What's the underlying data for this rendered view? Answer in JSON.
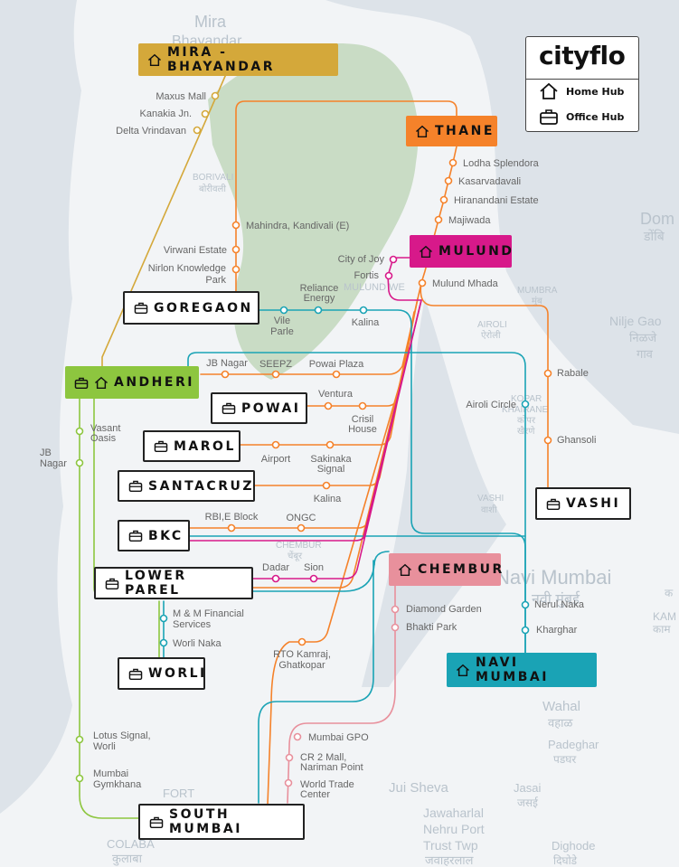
{
  "legend": {
    "brand": "cityflo",
    "home_hub": "Home Hub",
    "office_hub": "Office Hub"
  },
  "hubs": {
    "mira_bhayandar": "MIRA - BHAYANDAR",
    "thane": "THANE",
    "mulund": "MULUND",
    "goregaon": "GOREGAON",
    "andheri": "ANDHERI",
    "powai": "POWAI",
    "marol": "MAROL",
    "santacruz": "SANTACRUZ",
    "bkc": "BKC",
    "lower_parel": "LOWER PAREL",
    "worli": "WORLI",
    "chembur": "CHEMBUR",
    "navi_mumbai": "NAVI MUMBAI",
    "vashi": "VASHI",
    "south_mumbai": "SOUTH MUMBAI"
  },
  "stops": {
    "maxus_mall": "Maxus Mall",
    "kanakia_jn": "Kanakia Jn.",
    "delta_vrindavan": "Delta Vrindavan",
    "lodha_splendora": "Lodha Splendora",
    "kasarvadavali": "Kasarvadavali",
    "hiranandani_estate": "Hiranandani Estate",
    "majiwada": "Majiwada",
    "mahindra_kandivali": "Mahindra, Kandivali (E)",
    "virwani_estate": "Virwani Estate",
    "nirlon_1": "Nirlon Knowledge",
    "nirlon_2": "Park",
    "city_of_joy": "City of Joy",
    "fortis": "Fortis",
    "mulund_mhada": "Mulund Mhada",
    "reliance_1": "Reliance",
    "reliance_2": "Energy",
    "vile_1": "Vile",
    "vile_2": "Parle",
    "kalina": "Kalina",
    "jb_nagar": "JB Nagar",
    "seepz": "SEEPZ",
    "powai_plaza": "Powai Plaza",
    "ventura": "Ventura",
    "crisil_1": "Crisil",
    "crisil_2": "House",
    "airport": "Airport",
    "sakinaka_1": "Sakinaka",
    "sakinaka_2": "Signal",
    "kalina_2": "Kalina",
    "rbi_block": "RBI,E Block",
    "ongc": "ONGC",
    "dadar": "Dadar",
    "sion": "Sion",
    "vasant_1": "Vasant",
    "vasant_2": "Oasis",
    "jbn_1": "JB",
    "jbn_2": "Nagar",
    "mm_1": "M & M Financial",
    "mm_2": "Services",
    "worli_naka": "Worli Naka",
    "rto_1": "RTO Kamraj,",
    "rto_2": "Ghatkopar",
    "rabale": "Rabale",
    "airoli_circle": "Airoli Circle",
    "ghansoli": "Ghansoli",
    "diamond_garden": "Diamond Garden",
    "bhakti_park": "Bhakti Park",
    "nerul_naka": "Nerul Naka",
    "kharghar": "Kharghar",
    "mumbai_gpo": "Mumbai GPO",
    "cr2_1": "CR 2 Mall,",
    "cr2_2": "Nariman Point",
    "wtc_1": "World Trade",
    "wtc_2": "Center",
    "lotus_1": "Lotus Signal,",
    "lotus_2": "Worli",
    "gym_1": "Mumbai",
    "gym_2": "Gymkhana"
  },
  "map_places": {
    "mira": "Mira",
    "bhayandar": "Bhayandar",
    "borivali": "BORIVALI",
    "borivali_hi": "बोरीवली",
    "mulund_w": "MULUND WE",
    "airoli": "AIROLI",
    "airoli_hi": "ऐरोली",
    "mumbra": "MUMBRA",
    "mumbra_hi": "मुंब",
    "dombivli": "Dom",
    "dombivli_hi": "डोंबि",
    "nilje": "Nilje Gao",
    "nilje_hi": "निळजे",
    "nilje_hi2": "गाव",
    "kopar_1": "KOPAR",
    "kopar_2": "KHAIRANE",
    "kopar_hi1": "कोपर",
    "kopar_hi2": "खैरणे",
    "vashi": "VASHI",
    "vashi_hi": "वाशी",
    "chembur_map": "CHEMBUR",
    "chembur_hi": "चेंबूर",
    "navi_mumbai": "Navi Mumbai",
    "navi_mumbai_hi": "नवी मुंबई",
    "wahal": "Wahal",
    "wahal_hi": "वहाळ",
    "padeghar": "Padeghar",
    "padeghar_hi": "पडघर",
    "jasai": "Jasai",
    "jasai_hi": "जसई",
    "jui_sheva": "Jui Sheva",
    "jnpt_1": "Jawaharlal",
    "jnpt_2": "Nehru Port",
    "jnpt_3": "Trust Twp",
    "jnpt_hi": "जवाहरलाल",
    "fort": "FORT",
    "colaba": "COLABA",
    "colaba_hi": "कुलाबा",
    "dighode": "Dighode",
    "dighode_hi": "दिघोडे",
    "kamothe": "KAM",
    "kamothe_hi": "काम",
    "kalyan": "क"
  },
  "colors": {
    "orange": "#f5822a",
    "green": "#8dc63f",
    "teal": "#1aa3b5",
    "magenta": "#d7198a",
    "pink": "#e8909c",
    "gold": "#d4a83a",
    "land": "#f2f4f6",
    "water": "#dde3e9",
    "park": "#c9dcc5"
  }
}
